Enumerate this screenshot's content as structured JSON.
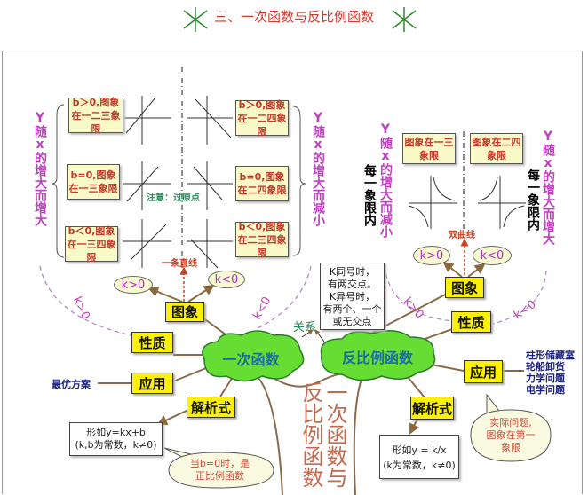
{
  "title": "三、一次函数与反比例函数",
  "linear": {
    "left_boxes": [
      "b＞0,图象在一二三象限",
      "b=0,图象在一三象限",
      "b＜0,图象在一三四象限"
    ],
    "right_boxes": [
      "b＞0,图象在一二四象限",
      "b=0,图象在二四象限",
      "b＜0,图象在二三四象限"
    ],
    "note": "注意：过原点",
    "line_label": "一条直线",
    "left_vertical": "Y随x的增大而增大",
    "right_vertical": "Y随x的增大而减小",
    "k_pos": "k>0",
    "k_neg": "k<0",
    "arc_k_pos": "k>0",
    "arc_k_neg": "k<0",
    "image": "图象",
    "property": "性质",
    "application": "应用",
    "formula_node": "解析式",
    "optimal": "最优方案",
    "cloud": "一次函数",
    "formula": [
      "形如y=kx+b",
      "(k,b为常数，k≠0)"
    ],
    "bubble": [
      "当b=0时，是",
      "正比例函数"
    ]
  },
  "relation": "关系",
  "relation_box": [
    "K同号时，",
    "有两交点。",
    "K异号时，",
    "有两个、一个",
    "或无交点"
  ],
  "trunk_text": "一次函数与反比例函数",
  "inverse": {
    "boxes": [
      "图象在一三象限",
      "图象在二四象限"
    ],
    "hyperbola": "双曲线",
    "each_quadrant": "每一象限内",
    "left_vertical": "Y随x的增大而减小",
    "right_vertical": "Y随x的增大而增大",
    "k_pos": "k>0",
    "k_neg": "k<0",
    "arc_k_pos": "k>0",
    "arc_k_neg": "k<0",
    "image": "图象",
    "property": "性质",
    "application": "应用",
    "formula_node": "解析式",
    "cloud": "反比例函数",
    "apps": [
      "柱形储藏室",
      "轮船卸货",
      "力学问题",
      "电学问题"
    ],
    "formula": [
      "形如y = k/x",
      "(k为常数，k≠0)"
    ],
    "bubble": [
      "实际问题,",
      "图象在第一",
      "象限"
    ]
  }
}
